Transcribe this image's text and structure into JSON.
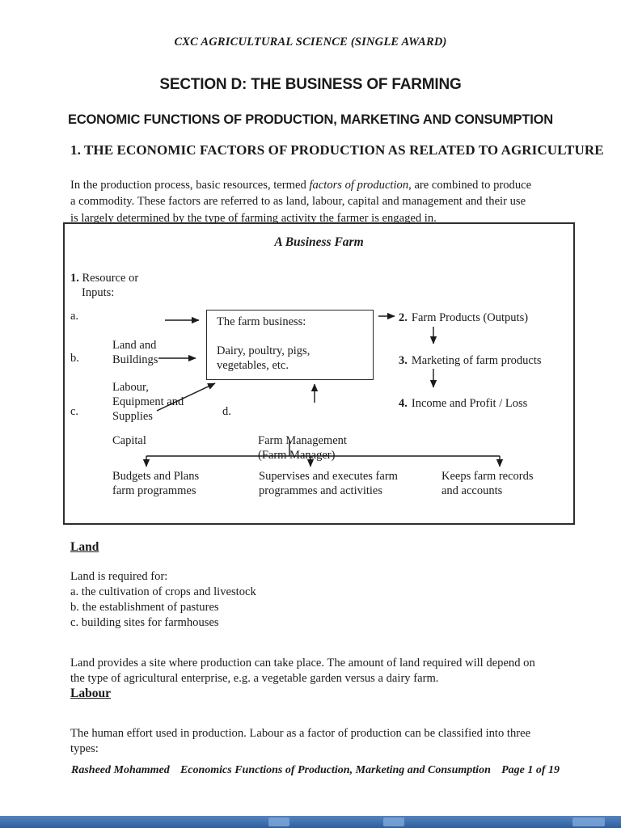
{
  "page": {
    "header": "CXC AGRICULTURAL SCIENCE (SINGLE AWARD)",
    "title": "SECTION D: THE BUSINESS OF FARMING",
    "subtitle": "ECONOMIC FUNCTIONS OF PRODUCTION, MARKETING AND CONSUMPTION",
    "section_heading": "1. THE ECONOMIC FACTORS OF PRODUCTION AS RELATED TO AGRICULTURE",
    "intro": {
      "before": "In the production process, basic resources, termed ",
      "italic": "factors of production",
      "after": ", are combined to produce\na commodity. These factors are referred to as land, labour, capital and management and their use\nis largely determined by the type of farming activity the farmer is engaged in."
    }
  },
  "diagram": {
    "title": "A Business Farm",
    "resource": {
      "num": "1.",
      "line1": "Resource or",
      "line2": "Inputs:"
    },
    "inputs": [
      {
        "letter": "a.",
        "text": "Land and\nBuildings"
      },
      {
        "letter": "b.",
        "text": "Labour,\nEquipment and\nSupplies"
      },
      {
        "letter": "c.",
        "text": "Capital"
      },
      {
        "letter": "d.",
        "text": "Farm Management\n(Farm Manager)"
      }
    ],
    "farm_box": "The farm business:\n\nDairy, poultry, pigs,\nvegetables, etc.",
    "outputs": [
      {
        "num": "2.",
        "text": "Farm Products (Outputs)"
      },
      {
        "num": "3.",
        "text": "Marketing of farm products"
      },
      {
        "num": "4.",
        "text": "Income and Profit / Loss"
      }
    ],
    "manager_tasks": [
      "Budgets and Plans\nfarm programmes",
      "Supervises and executes farm\nprogrammes and activities",
      "Keeps farm records\nand accounts"
    ]
  },
  "land_section": {
    "heading": "Land",
    "list": "Land is required for:\na. the cultivation of crops and livestock\nb. the establishment of pastures\nc. building sites for farmhouses",
    "paragraph": "Land provides a site where production can take place. The amount of land required will depend on\nthe type of agricultural enterprise, e.g. a vegetable garden versus a dairy farm."
  },
  "labour_section": {
    "heading": "Labour",
    "paragraph": "The human effort used in production. Labour as a factor of production can be classified into three\ntypes:"
  },
  "footer": {
    "author": "Rasheed Mohammed",
    "doc_title": "Economics Functions of Production, Marketing and Consumption",
    "page_label": "Page 1 of 19"
  },
  "colors": {
    "ink": "#1b1b1b",
    "viewer_bar_top": "#5583bf",
    "viewer_bar_bottom": "#2d5f9e"
  }
}
